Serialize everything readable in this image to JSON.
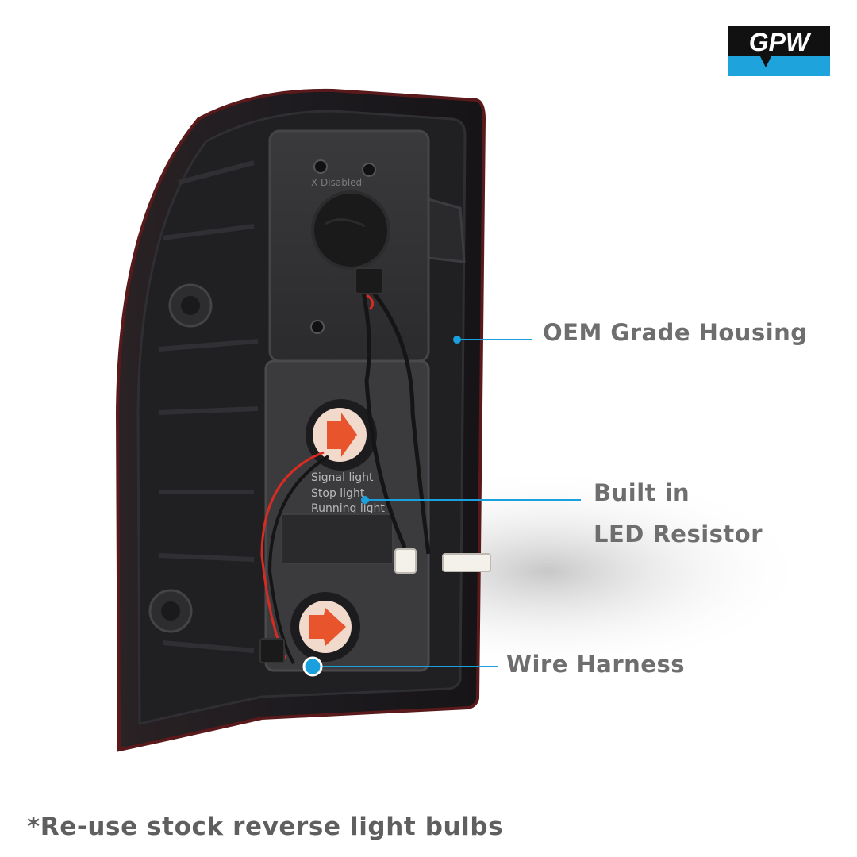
{
  "brand": {
    "logo_text": "GPW",
    "colors": {
      "logo_dark": "#111111",
      "logo_accent": "#1fa3dc"
    }
  },
  "callouts": {
    "housing": "OEM Grade Housing",
    "resistor_line1": "Built in",
    "resistor_line2": "LED Resistor",
    "harness": "Wire Harness"
  },
  "footnote": "*Re-use stock reverse light bulbs",
  "colors": {
    "callout_line": "#1aa0dc",
    "callout_dot": "#1aa0dc",
    "label_text": "#6e6e6e",
    "housing": "#1c1b1e",
    "housing_edge": "#5a1a1c",
    "bulb_arrow": "#e8542c"
  },
  "product_markings": {
    "cap_text": "X Disabled",
    "socket_text_1": "Signal light",
    "socket_text_2": "Stop light",
    "socket_text_3": "Running light"
  }
}
